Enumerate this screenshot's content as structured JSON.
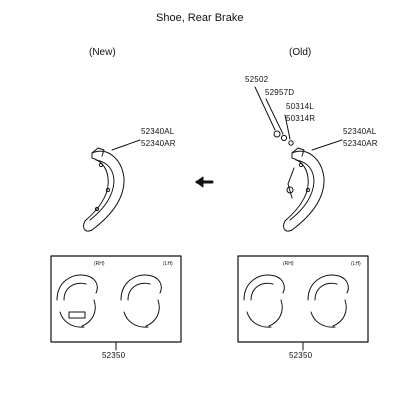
{
  "title": "Shoe, Rear Brake",
  "new_column": {
    "heading": "(New)",
    "part_numbers": [
      "52340AL",
      "52340AR"
    ]
  },
  "old_column": {
    "heading": "(Old)",
    "part_numbers": [
      "52502",
      "52957D",
      "50314L",
      "50314R",
      "52340AL",
      "52340AR"
    ]
  },
  "kits": [
    {
      "part_number": "52350",
      "rh_label": "(RH)",
      "lh_label": "(LH)"
    },
    {
      "part_number": "52350",
      "rh_label": "(RH)",
      "lh_label": "(LH)"
    }
  ],
  "arrow_direction": "left"
}
